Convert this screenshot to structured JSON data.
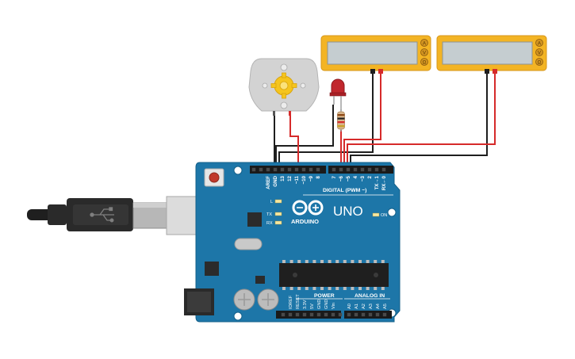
{
  "board": {
    "brand": "ARDUINO",
    "model": "UNO",
    "digital_header": "DIGITAL (PWM ~)",
    "power_header": "POWER",
    "analog_header": "ANALOG IN",
    "led_l": "L",
    "led_tx": "TX",
    "led_rx": "RX",
    "led_on": "ON",
    "top_pins": [
      "AREF",
      "GND",
      "13",
      "12",
      "~11",
      "~10",
      "~9",
      "8",
      "7",
      "~6",
      "~5",
      "4",
      "~3",
      "2",
      "TX→1",
      "RX←0"
    ],
    "power_pins": [
      "IOREF",
      "RESET",
      "3.3V",
      "5V",
      "GND",
      "GND",
      "Vin"
    ],
    "analog_pins": [
      "A0",
      "A1",
      "A2",
      "A3",
      "A4",
      "A5"
    ]
  },
  "multimeters": [
    {
      "modes": [
        "A",
        "V",
        "Ω"
      ]
    },
    {
      "modes": [
        "A",
        "V",
        "Ω"
      ]
    }
  ],
  "colors": {
    "board": "#1d76a8",
    "board_dark": "#15608a",
    "meter_body": "#f3b424",
    "wire_red": "#d62a2a",
    "wire_black": "#1e1e1e"
  },
  "icons": {
    "usb_cable": "usb-plug-icon",
    "motor": "dc-motor-icon",
    "led": "red-led-icon",
    "resistor": "resistor-icon"
  }
}
